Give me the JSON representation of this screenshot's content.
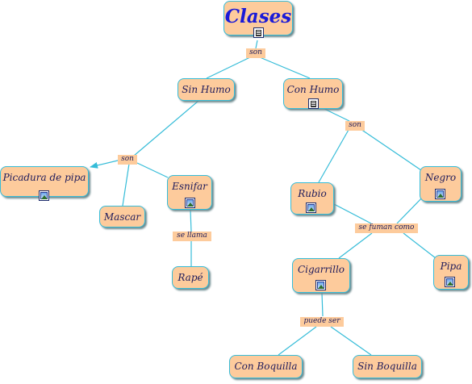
{
  "nodes": {
    "clases": "Clases",
    "sin_humo": "Sin Humo",
    "con_humo": "Con Humo",
    "picadura": "Picadura de pipa",
    "mascar": "Mascar",
    "esnifar": "Esnifar",
    "rape": "Rapé",
    "rubio": "Rubio",
    "negro": "Negro",
    "cigarrillo": "Cigarrillo",
    "pipa": "Pipa",
    "con_boquilla": "Con Boquilla",
    "sin_boquilla": "Sin Boquilla"
  },
  "links": {
    "son_top": "son",
    "son_sin_humo": "son",
    "son_con_humo": "son",
    "se_llama": "se llama",
    "se_fuman_como": "se fuman como",
    "puede_ser": "puede ser"
  },
  "colors": {
    "node_fill": "#fdcb9c",
    "node_border": "#35bcd8",
    "line": "#35bcd8",
    "title_text": "#1a1ad8"
  },
  "icons": [
    "document-icon",
    "image-icon"
  ]
}
